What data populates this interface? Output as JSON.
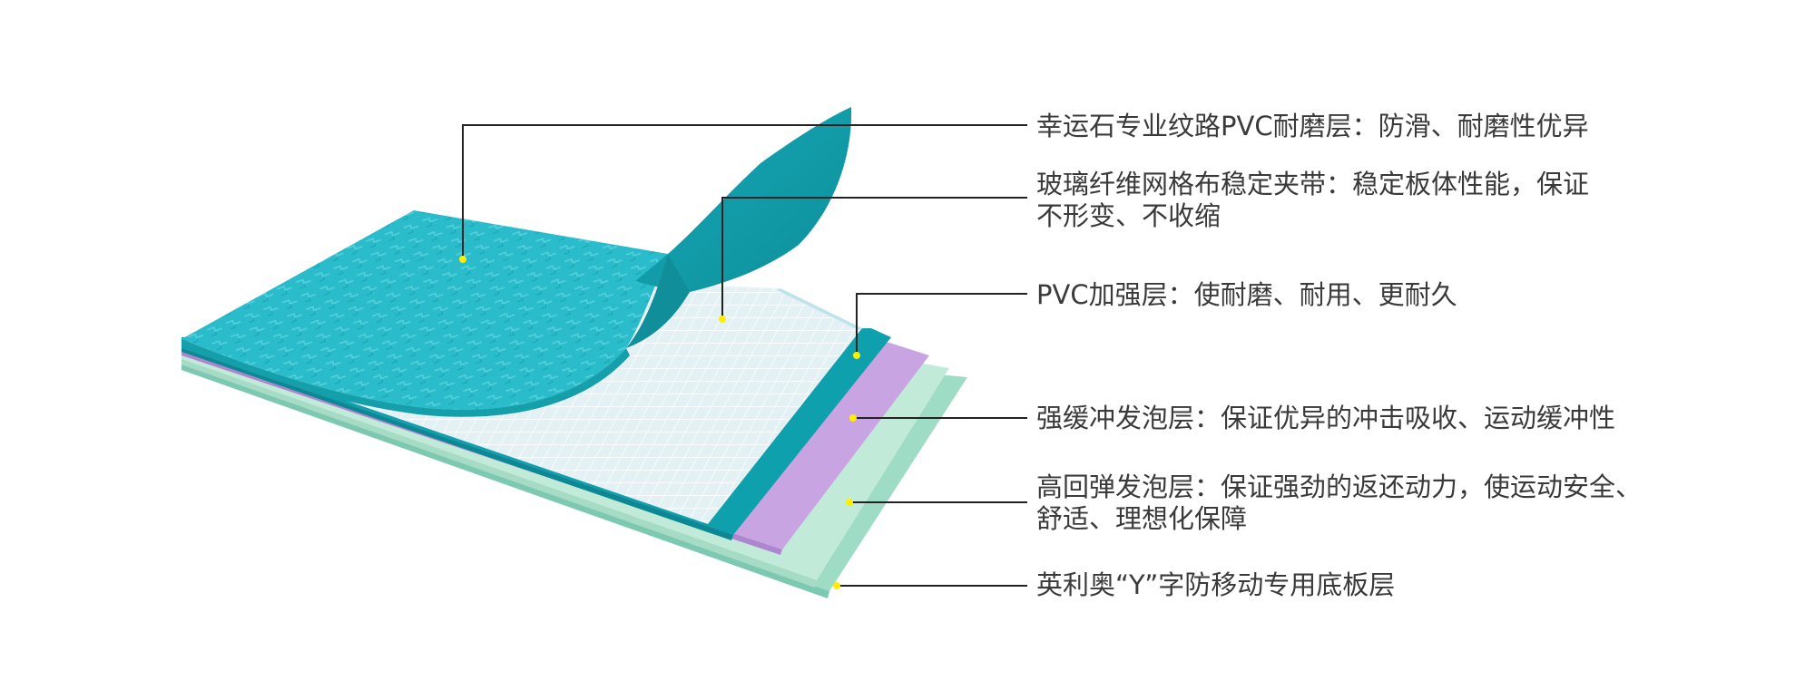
{
  "colors": {
    "top_layer": "#27b9c9",
    "top_layer_dark": "#16a2ae",
    "fiberglass": "#dfeff3",
    "pvc_reinforcement": "#0fa0ad",
    "cushion_foam": "#c9a4e2",
    "rebound_foam": "#bfe8d8",
    "base_layer": "#9fdcc6",
    "leader_line": "#222222",
    "leader_dot": "#ffee00",
    "text": "#3a3a3a"
  },
  "layers": [
    {
      "id": "wear-layer",
      "lines": [
        "幸运石专业纹路PVC耐磨层：防滑、耐磨性优异"
      ]
    },
    {
      "id": "fiberglass-layer",
      "lines": [
        "玻璃纤维网格布稳定夹带：稳定板体性能，保证",
        "不形变、不收缩"
      ]
    },
    {
      "id": "pvc-reinforcement-layer",
      "lines": [
        "PVC加强层：使耐磨、耐用、更耐久"
      ]
    },
    {
      "id": "cushion-foam-layer",
      "lines": [
        "强缓冲发泡层：保证优异的冲击吸收、运动缓冲性"
      ]
    },
    {
      "id": "rebound-foam-layer",
      "lines": [
        "高回弹发泡层：保证强劲的返还动力，使运动安全、",
        "舒适、理想化保障"
      ]
    },
    {
      "id": "base-layer",
      "lines": [
        "英利奥“Y”字防移动专用底板层"
      ]
    }
  ]
}
